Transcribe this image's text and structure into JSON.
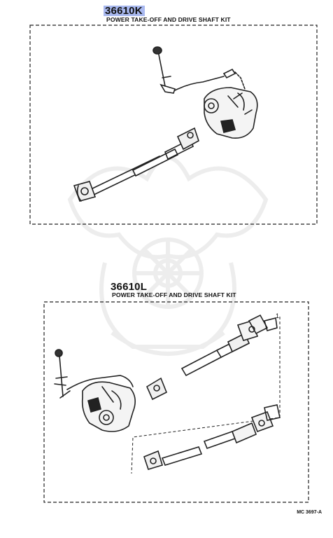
{
  "kits": [
    {
      "part_number": "36610K",
      "title": "POWER TAKE-OFF AND DRIVE SHAFT KIT",
      "highlight_color": "#a9b9f0"
    },
    {
      "part_number": "36610L",
      "title": "POWER TAKE-OFF AND DRIVE SHAFT KIT"
    }
  ],
  "callout": "1",
  "diagram_code": "MC 3697-A",
  "watermark": "samurai-helmet-logo"
}
